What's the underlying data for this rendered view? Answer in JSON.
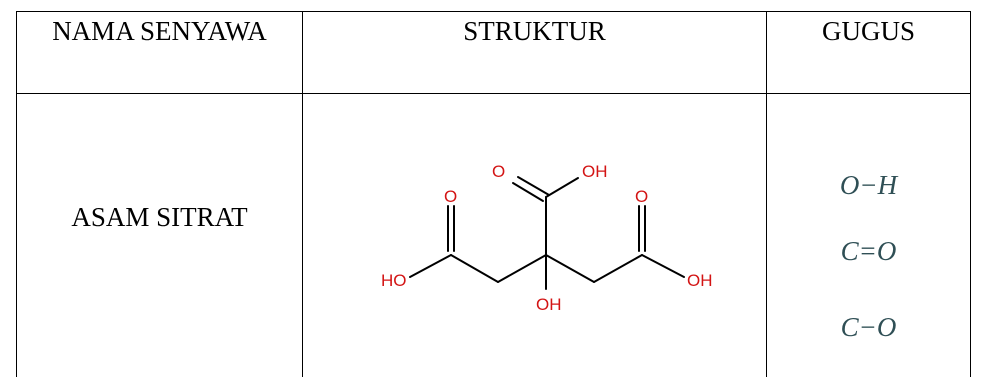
{
  "table": {
    "headers": {
      "name": "NAMA SENYAWA",
      "structure": "STRUKTUR",
      "group": "GUGUS"
    },
    "rows": [
      {
        "name": "ASAM SITRAT",
        "structure_labels": {
          "oh_top": "OH",
          "o_top": "O",
          "o_left": "O",
          "o_right": "O",
          "ho_left": "HO",
          "oh_right": "OH",
          "oh_bottom": "OH"
        },
        "groups": [
          "O−H",
          "C=O",
          "C−O"
        ]
      }
    ]
  },
  "colors": {
    "atom_red": "#d31414",
    "bond": "#000000",
    "group_text": "#2f4f55"
  }
}
